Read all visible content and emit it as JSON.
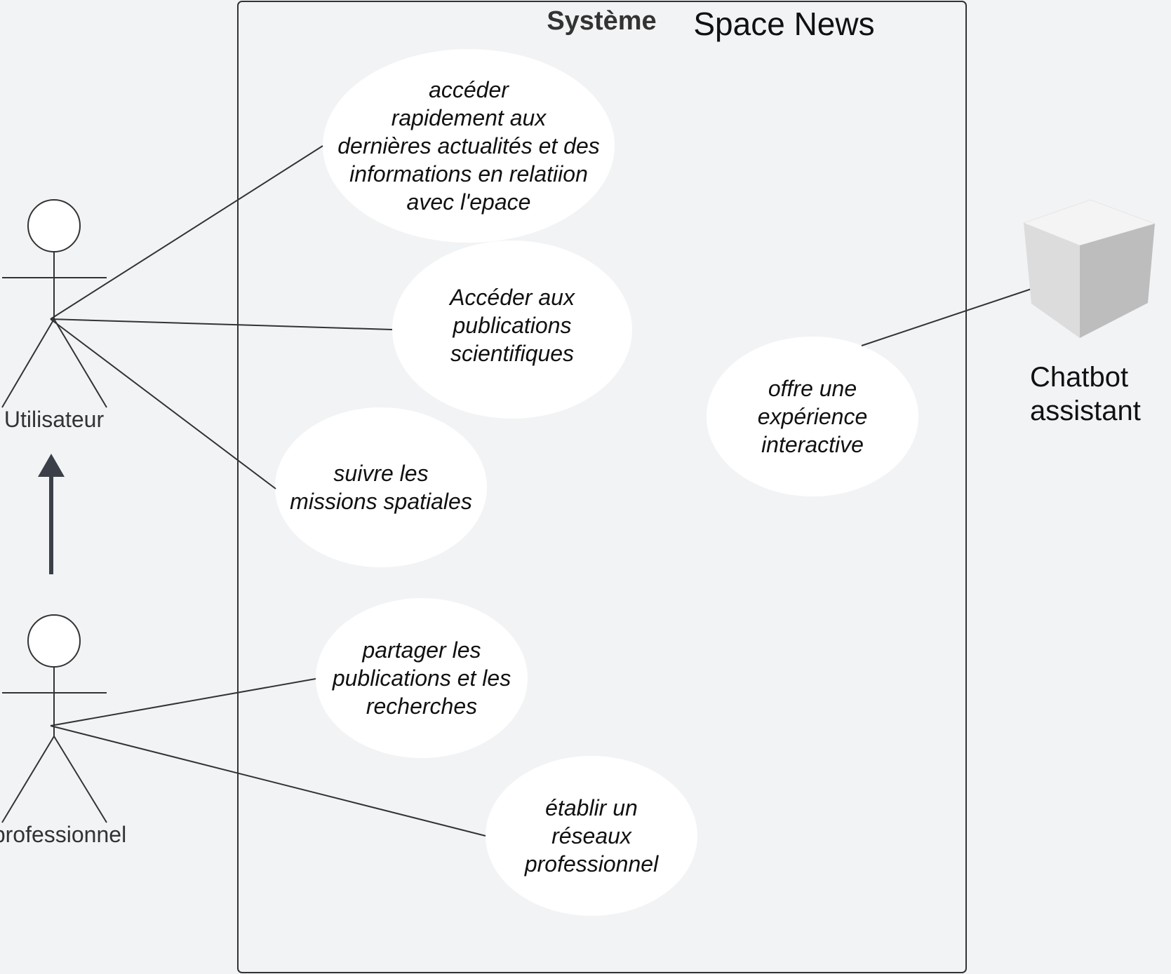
{
  "system": {
    "keyword": "Système",
    "name": "Space News"
  },
  "actors": {
    "utilisateur": "Utilisateur",
    "professionnel": "professionnel",
    "chatbot": "Chatbot\nassistant"
  },
  "use_cases": [
    {
      "id": "news",
      "label": "accéder\nrapidement aux\ndernières actualités et des\ninformations en relatiion\navec l'epace"
    },
    {
      "id": "pubs",
      "label": "Accéder aux\npublications\nscientifiques"
    },
    {
      "id": "missions",
      "label": "suivre les\nmissions spatiales"
    },
    {
      "id": "share",
      "label": "partager les\npublications et les\nrecherches"
    },
    {
      "id": "network",
      "label": "établir un\nréseaux\nprofessionnel"
    },
    {
      "id": "interactive",
      "label": "offre une\nexpérience\ninteractive"
    }
  ],
  "colors": {
    "background": "#f2f3f5",
    "ellipse_fill": "#ffffff",
    "line": "#333333",
    "arrow": "#3a3f48",
    "cube_top": "#f4f4f4",
    "cube_left": "#dcdcdc",
    "cube_right": "#bdbdbd"
  }
}
